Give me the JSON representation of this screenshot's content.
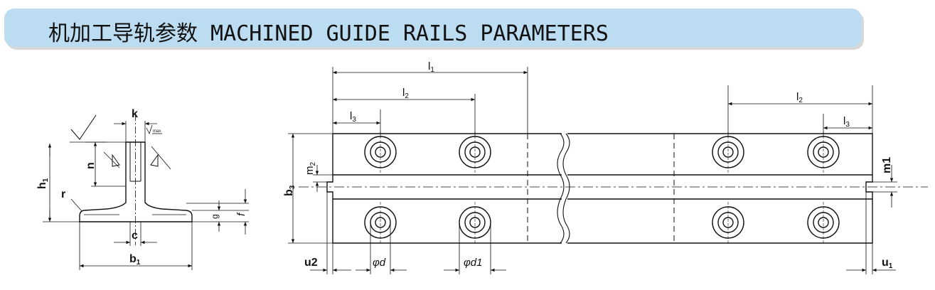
{
  "header": {
    "title": "机加工导轨参数 MACHINED GUIDE RAILS PARAMETERS"
  },
  "section_view": {
    "labels": {
      "k": "k",
      "n": "n",
      "h": "h",
      "h_sub": "1",
      "r": "r",
      "g": "g",
      "f": "f",
      "c": "c",
      "b": "b",
      "b_sub": "1",
      "roughness_small": "max"
    }
  },
  "plan_view": {
    "labels": {
      "l1": "l",
      "l1_sub": "1",
      "l2_left": "l",
      "l2_left_sub": "2",
      "l3_left": "l",
      "l3_left_sub": "3",
      "l2_right": "l",
      "l2_right_sub": "2",
      "l3_right": "l",
      "l3_right_sub": "3",
      "b3": "b",
      "b3_sub": "3",
      "m2": "m",
      "m2_sub": "2",
      "m1": "m1",
      "u2": "u2",
      "u1": "u",
      "u1_sub": "1",
      "d": "φd",
      "d1": "φd1"
    }
  }
}
